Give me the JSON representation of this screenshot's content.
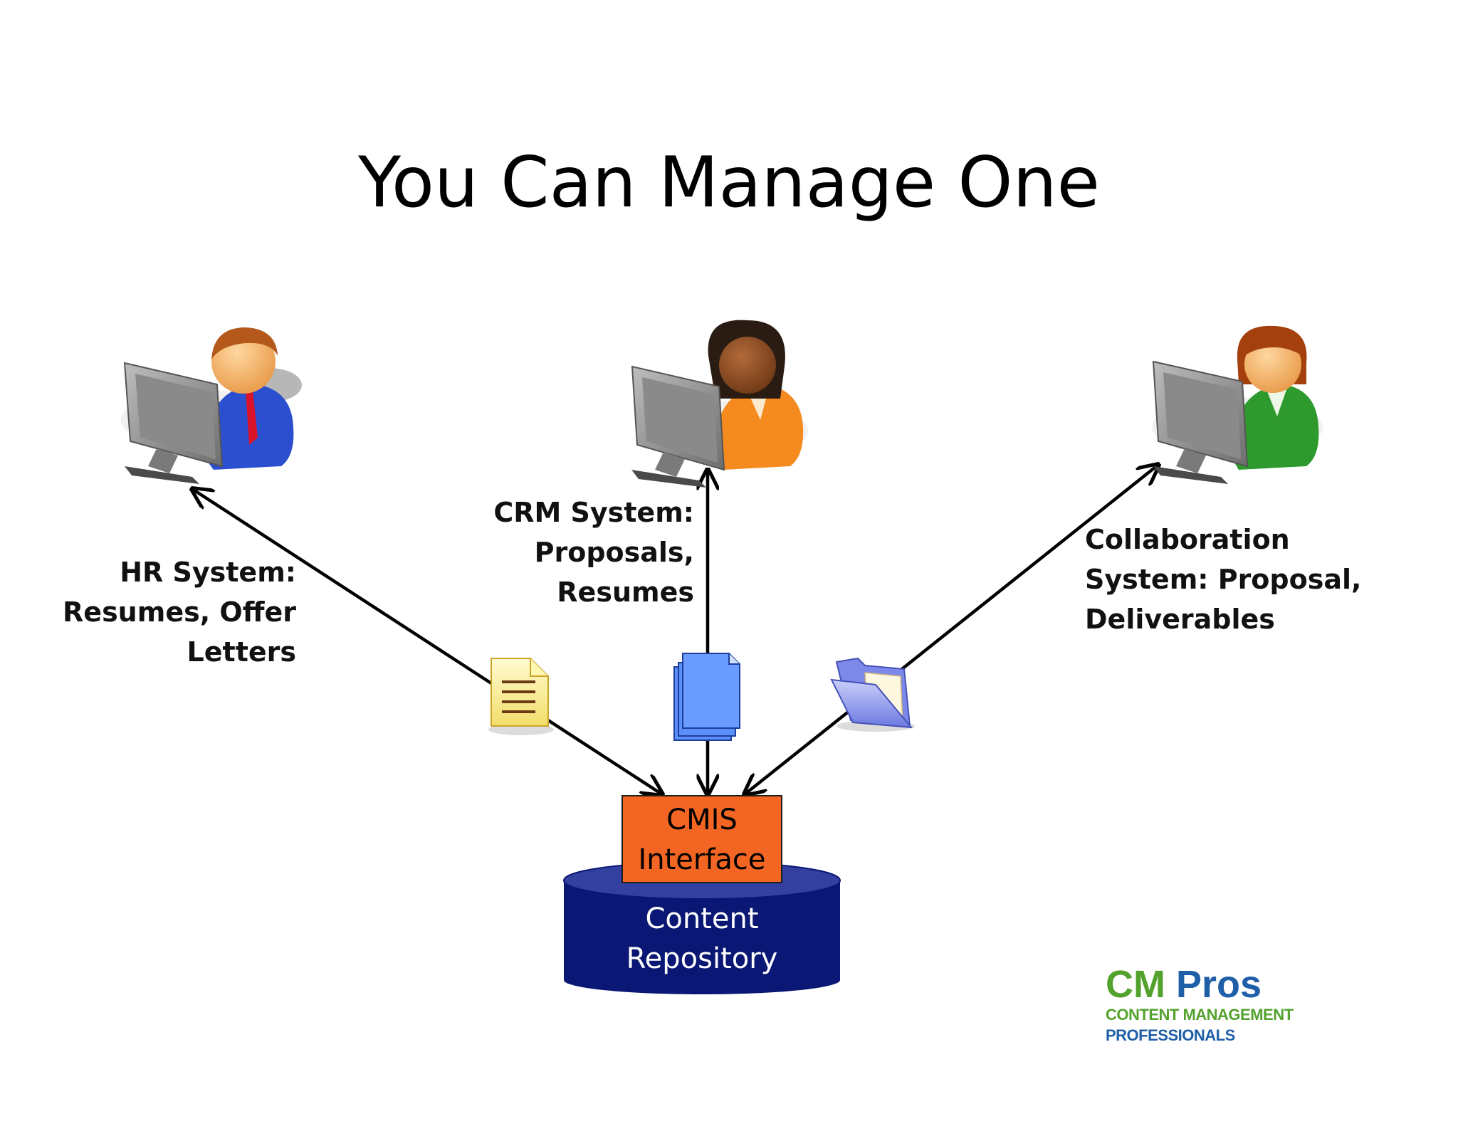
{
  "title": "You Can Manage One",
  "systems": {
    "hr": [
      "HR System:",
      "Resumes, Offer",
      "Letters"
    ],
    "crm": [
      "CRM System:",
      "Proposals,",
      "Resumes"
    ],
    "collab": [
      "Collaboration",
      "System: Proposal,",
      "Deliverables"
    ]
  },
  "cmis": [
    "CMIS",
    "Interface"
  ],
  "repository": [
    "Content",
    "Repository"
  ],
  "logo": {
    "cm": "CM",
    "pros": "Pros",
    "line1": "CONTENT MANAGEMENT",
    "line2": "PROFESSIONALS"
  },
  "colors": {
    "cmis_box": "#f26522",
    "repository": "#0b1774",
    "brand_green": "#54a22e",
    "brand_blue": "#1f5fa8"
  }
}
